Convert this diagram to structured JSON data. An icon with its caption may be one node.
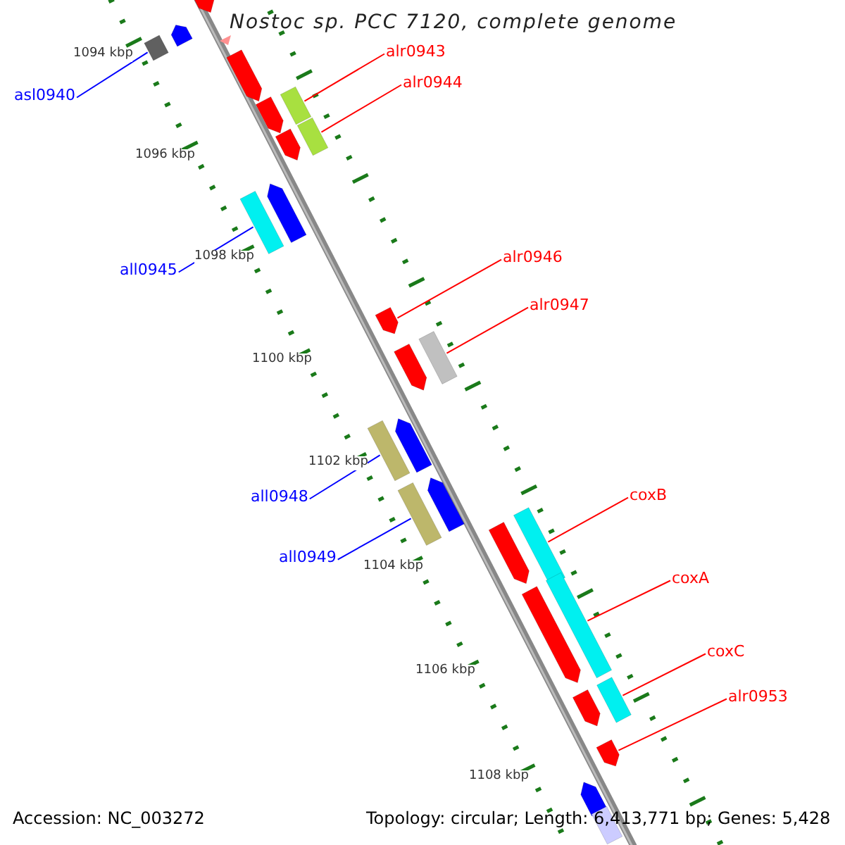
{
  "diagram": {
    "title": "Nostoc sp. PCC 7120, complete genome",
    "nodes": [
      {
        "text": [
          "alr0943"
        ]
      },
      {
        "text": [
          "alr0944"
        ]
      },
      {
        "text": [
          "asl0940"
        ]
      },
      {
        "text": [
          "alr0946"
        ]
      },
      {
        "text": [
          "all0945"
        ]
      },
      {
        "text": [
          "alr0947"
        ]
      },
      {
        "text": [
          "all0948"
        ]
      },
      {
        "text": [
          "all0949"
        ]
      },
      {
        "text": [
          "coxB"
        ]
      },
      {
        "text": [
          "coxA"
        ]
      },
      {
        "text": [
          "coxC"
        ]
      },
      {
        "text": [
          "alr0953"
        ]
      },
      {
        "text": [],
        "shape": "box"
      },
      {
        "text": [],
        "shape": "box"
      },
      {
        "text": [],
        "shape": "box"
      },
      {
        "text": [],
        "shape": "arrow"
      },
      {
        "text": [],
        "shape": "box"
      },
      {
        "text": [],
        "shape": "box"
      },
      {
        "text": [],
        "shape": "box"
      },
      {
        "text": [],
        "shape": "box"
      },
      {
        "text": [],
        "shape": "box"
      },
      {
        "text": [],
        "shape": "box"
      },
      {
        "text": [],
        "shape": "box"
      },
      {
        "text": [],
        "shape": "arrow"
      },
      {
        "text": [],
        "shape": "arrow"
      },
      {
        "text": [],
        "shape": "arrow"
      },
      {
        "text": [],
        "shape": "arrow"
      },
      {
        "text": [],
        "shape": "arrow"
      },
      {
        "text": [],
        "shape": "arrow"
      },
      {
        "text": [],
        "shape": "arrow"
      },
      {
        "text": [],
        "shape": "arrow"
      },
      {
        "text": [],
        "shape": "arrow"
      },
      {
        "text": [],
        "shape": "arrow"
      },
      {
        "text": [],
        "shape": "arrow"
      },
      {
        "text": [],
        "shape": "arrow"
      },
      {
        "text": [],
        "shape": "arrow"
      },
      {
        "text": [],
        "shape": "arrow"
      },
      {
        "text": [],
        "shape": "box"
      }
    ],
    "edges": [
      {
        "from": 0,
        "to": 12,
        "arrow": "none"
      },
      {
        "from": 1,
        "to": 13,
        "arrow": "none"
      },
      {
        "from": 2,
        "to": 14,
        "arrow": "none",
        "color": "#0000ff"
      },
      {
        "from": 3,
        "to": 15,
        "arrow": "none"
      },
      {
        "from": 4,
        "to": 16,
        "arrow": "none",
        "color": "#0000ff"
      },
      {
        "from": 5,
        "to": 17,
        "arrow": "none"
      },
      {
        "from": 6,
        "to": 18,
        "arrow": "none",
        "color": "#0000ff"
      },
      {
        "from": 7,
        "to": 19,
        "arrow": "none",
        "color": "#0000ff"
      },
      {
        "from": 8,
        "to": 20,
        "arrow": "none"
      },
      {
        "from": 9,
        "to": 21,
        "arrow": "none"
      },
      {
        "from": 10,
        "to": 22,
        "arrow": "none"
      },
      {
        "from": 11,
        "to": 23,
        "arrow": "none"
      }
    ],
    "labels": [
      "1094 kbp",
      "1096 kbp",
      "1098 kbp",
      "1100 kbp",
      "1102 kbp",
      "1104 kbp",
      "1106 kbp",
      "1108 kbp",
      "Accession: NC_003272",
      "Topology: circular; Length: 6,413,771 bp; Genes: 5,428"
    ]
  }
}
